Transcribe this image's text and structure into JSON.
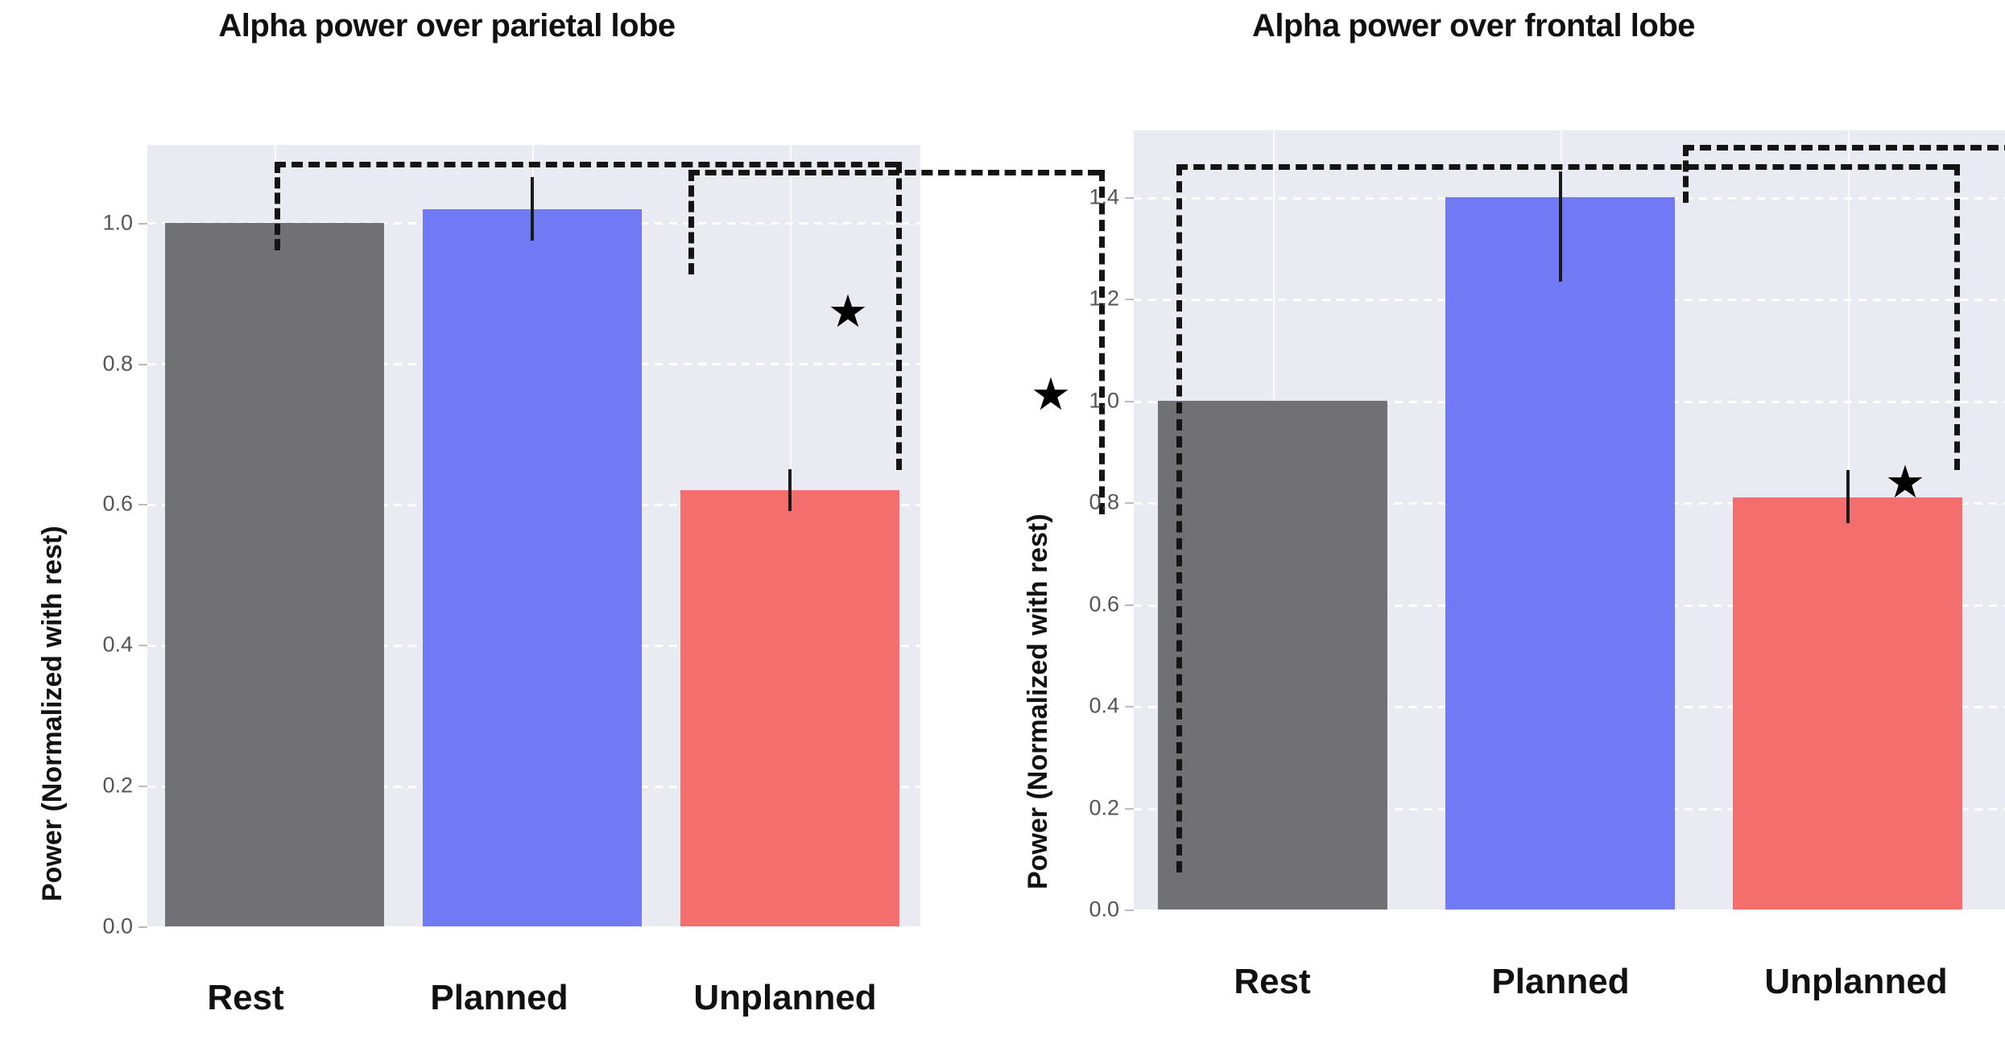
{
  "figure": {
    "background": "#ffffff",
    "plot_background": "#eaeaf2"
  },
  "panels": [
    {
      "id": "parietal",
      "title": "Alpha power over parietal lobe",
      "ylabel": "Power (Normalized with rest)"
    },
    {
      "id": "frontal",
      "title": "Alpha power over frontal lobe",
      "ylabel": "Power (Normalized with rest)"
    }
  ],
  "significance": {
    "marker": "★",
    "markers": [
      {
        "panel": "parietal",
        "label": "★"
      },
      {
        "panel": "parietal",
        "label": "★"
      },
      {
        "panel": "frontal",
        "label": "★"
      },
      {
        "panel": "frontal",
        "label": "★"
      }
    ]
  },
  "colors": {
    "rest": "#717075",
    "planned": "#7179f5",
    "unplanned": "#f56e6e",
    "plot_bg": "#eaeaf2",
    "grid": "#ffffff",
    "bracket": "#141414",
    "error_bar": "#1a1a1a",
    "tick_text": "#555555",
    "title_text": "#111111"
  },
  "chart_data": [
    {
      "type": "bar",
      "title": "Alpha power over parietal lobe",
      "xlabel": "",
      "ylabel": "Power (Normalized with rest)",
      "categories": [
        "Rest",
        "Planned",
        "Unplanned"
      ],
      "values": [
        1.0,
        1.02,
        0.62
      ],
      "errors": [
        0.0,
        0.045,
        0.03
      ],
      "bar_colors": [
        "#717075",
        "#7179f5",
        "#f56e6e"
      ],
      "yticks": [
        0.0,
        0.2,
        0.4,
        0.6,
        0.8,
        1.0
      ],
      "ytick_labels": [
        "0.0",
        "0.2",
        "0.4",
        "0.6",
        "0.8",
        "1.0"
      ],
      "ylim": [
        0.0,
        1.11
      ],
      "grid": true,
      "legend": false,
      "annotations": [
        {
          "type": "significance_bracket",
          "from": "Rest",
          "to": "Unplanned",
          "marker": "★"
        },
        {
          "type": "significance_bracket",
          "from": "Planned",
          "to": "Unplanned",
          "marker": "★"
        }
      ]
    },
    {
      "type": "bar",
      "title": "Alpha power over frontal lobe",
      "xlabel": "",
      "ylabel": "Power (Normalized with rest)",
      "categories": [
        "Rest",
        "Planned",
        "Unplanned"
      ],
      "values": [
        1.0,
        1.4,
        0.81
      ],
      "errors": [
        0.0,
        0.05,
        0.025
      ],
      "bar_colors": [
        "#717075",
        "#7179f5",
        "#f56e6e"
      ],
      "yticks": [
        0.0,
        0.2,
        0.4,
        0.6,
        0.8,
        1.0,
        1.2,
        1.4
      ],
      "ytick_labels": [
        "0.0",
        "0.2",
        "0.4",
        "0.6",
        "0.8",
        "1.0",
        "1.2",
        "1.4"
      ],
      "ylim": [
        0.0,
        1.54
      ],
      "grid": true,
      "legend": false,
      "annotations": [
        {
          "type": "significance_bracket",
          "from": "Rest",
          "to": "Unplanned",
          "marker": "★"
        },
        {
          "type": "significance_bracket",
          "from": "Planned",
          "to": "Unplanned",
          "marker": "★"
        }
      ]
    }
  ]
}
